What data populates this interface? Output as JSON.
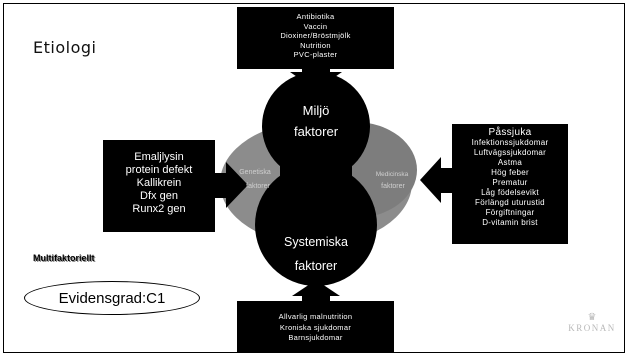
{
  "slide": {
    "title": "Etiologi",
    "top_box": [
      "Antibiotika",
      "Vaccin",
      "Dioxiner/Bröstmjölk",
      "Nutrition",
      "PVC-plaster"
    ],
    "left_box": [
      "Emaljlysin",
      "protein defekt",
      "Kallikrein",
      "Dfx gen",
      "Runx2 gen"
    ],
    "right_box": [
      "Påssjuka",
      "Infektionssjukdomar",
      "Luftvägssjukdomar",
      "Astma",
      "Hög feber",
      "Prematur",
      "Låg födelsevikt",
      "Förlängd uturustid",
      "Förgiftningar",
      "D-vitamin brist"
    ],
    "bottom_box": [
      "Allvarlig malnutrition",
      "Kroniska sjukdomar",
      "Barnsjukdomar"
    ],
    "circle_top": [
      "Miljö",
      "faktorer"
    ],
    "circle_bottom": [
      "Systemiska",
      "faktorer"
    ],
    "ellipse_left": [
      "Genetiska",
      "faktorer"
    ],
    "ellipse_right": [
      "Medicinska",
      "faktorer"
    ],
    "multifactorial": "Multifaktoriellt",
    "evidence": "Evidensgrad:C1",
    "logo": {
      "name": "KRONAN",
      "crown_icon": "crown-icon"
    }
  },
  "colors": {
    "background": "#ffffff",
    "box": "#000000",
    "ellipse": "#8c8c8c",
    "text_on_dark": "#ffffff"
  }
}
